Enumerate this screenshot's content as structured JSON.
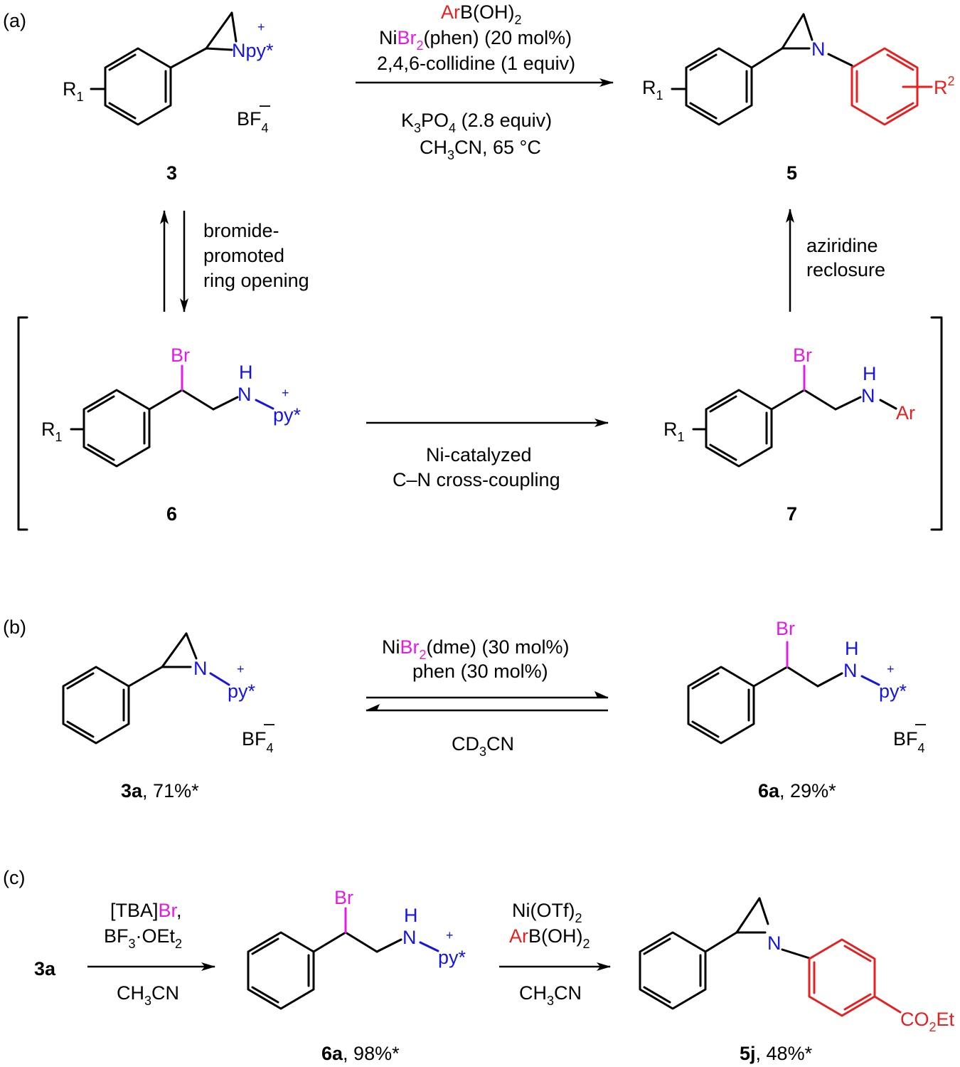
{
  "panels": {
    "a": "(a)",
    "b": "(b)",
    "c": "(c)"
  },
  "compounds": {
    "c3": "3",
    "c5": "5",
    "c6": "6",
    "c7": "7",
    "c3a": "3a",
    "c6a": "6a",
    "c5j": "5j"
  },
  "yields": {
    "b_3a": ", 71%*",
    "b_6a": ", 29%*",
    "c_6a": ", 98%*",
    "c_5j": ", 48%*"
  },
  "atoms": {
    "npy": "Npy*",
    "n": "N",
    "h": "H",
    "py": "py*",
    "plus": "+",
    "br": "Br",
    "ar": "Ar",
    "r1": "R",
    "r1sub": "1",
    "r2": "R",
    "r2sup": "2",
    "bf": "BF",
    "bfsub": "4",
    "bfsup": "–",
    "co2et": "CO",
    "co2etsub": "2",
    "co2etend": "Et"
  },
  "conditions_a": {
    "line1_ar": "Ar",
    "line1_rest": "B(OH)",
    "line1_sub": "2",
    "line2_ni": "Ni",
    "line2_br": "Br",
    "line2_sub": "2",
    "line2_rest": "(phen) (20 mol%)",
    "line3": "2,4,6-collidine (1 equiv)",
    "line4_k": "K",
    "line4_k_sub": "3",
    "line4_po": "PO",
    "line4_po_sub": "4",
    "line4_rest": " (2.8 equiv)",
    "line5_ch": "CH",
    "line5_sub": "3",
    "line5_rest": "CN, 65 °C"
  },
  "mechanism": {
    "ring_opening_1": "bromide-",
    "ring_opening_2": "promoted",
    "ring_opening_3": "ring opening",
    "reclosure_1": "aziridine",
    "reclosure_2": "reclosure",
    "coupling_1": "Ni-catalyzed",
    "coupling_2": "C–N cross-coupling"
  },
  "conditions_b": {
    "line1_ni": "Ni",
    "line1_br": "Br",
    "line1_sub": "2",
    "line1_rest": "(dme) (30 mol%)",
    "line2": "phen (30 mol%)",
    "line3_cd": "CD",
    "line3_sub": "3",
    "line3_rest": "CN"
  },
  "conditions_c1": {
    "line1_tba": "[TBA]",
    "line1_br": "Br",
    "line1_comma": ",",
    "line2_bf": "BF",
    "line2_sub": "3",
    "line2_rest": "·OEt",
    "line2_sub2": "2",
    "line3_ch": "CH",
    "line3_sub": "3",
    "line3_rest": "CN"
  },
  "conditions_c2": {
    "line1_ni": "Ni(OTf)",
    "line1_sub": "2",
    "line2_ar": "Ar",
    "line2_rest": "B(OH)",
    "line2_sub": "2",
    "line3_ch": "CH",
    "line3_sub": "3",
    "line3_rest": "CN"
  },
  "colors": {
    "nitrogen": "#1414e6",
    "aryl": "#e62020",
    "bromine": "#e619e6"
  }
}
